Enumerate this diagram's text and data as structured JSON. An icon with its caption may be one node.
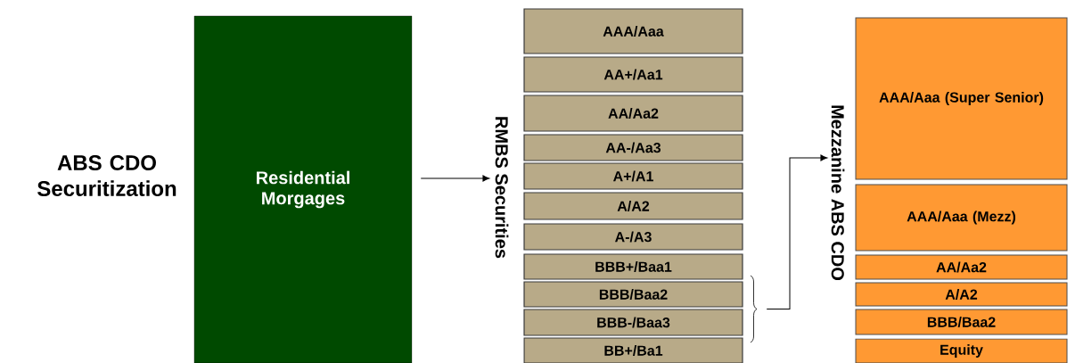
{
  "diagram": {
    "title": "ABS CDO Securitization",
    "nodes": [
      {
        "text": [
          "Residential Morgages"
        ]
      },
      {
        "text": [
          "RMBS Securities"
        ]
      },
      {
        "text": [
          "AAA/Aaa"
        ]
      },
      {
        "text": [
          "AA+/Aa1"
        ]
      },
      {
        "text": [
          "AA/Aa2"
        ]
      },
      {
        "text": [
          "AA-/Aa3"
        ]
      },
      {
        "text": [
          "A+/A1"
        ]
      },
      {
        "text": [
          "A/A2"
        ]
      },
      {
        "text": [
          "A-/A3"
        ]
      },
      {
        "text": [
          "BBB+/Baa1"
        ]
      },
      {
        "text": [
          "BBB/Baa2"
        ]
      },
      {
        "text": [
          "BBB-/Baa3"
        ]
      },
      {
        "text": [
          "BB+/Ba1"
        ]
      },
      {
        "text": [],
        "shape": "brace"
      },
      {
        "text": [
          "Mezzanine ABS CDO"
        ]
      },
      {
        "text": [
          "AAA/Aaa (Super Senior)"
        ]
      },
      {
        "text": [
          "AAA/Aaa (Mezz)"
        ]
      },
      {
        "text": [
          "AA/Aa2"
        ]
      },
      {
        "text": [
          "A/A2"
        ]
      },
      {
        "text": [
          "BBB/Baa2"
        ]
      },
      {
        "text": [
          "Equity"
        ]
      }
    ],
    "edges": [
      {
        "from": 0,
        "to": 1,
        "arrow": "to"
      },
      {
        "from": 13,
        "to": 14,
        "arrow": "to"
      }
    ]
  }
}
